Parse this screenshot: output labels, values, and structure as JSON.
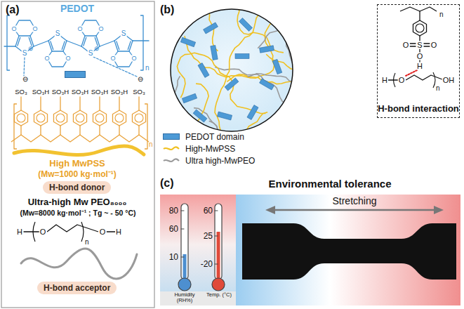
{
  "diagram": {
    "nodes": [
      {
        "text": [
          "H-bond donor"
        ]
      },
      {
        "text": [
          "H-bond acceptor"
        ]
      },
      {
        "text": [
          "H-bond interaction"
        ]
      }
    ],
    "labels": [
      "(a)",
      "PEDOT",
      "S",
      "⊕",
      "O",
      "O",
      "S",
      "O",
      "O",
      "S",
      "⊕",
      "O",
      "O",
      "S",
      "O",
      "O",
      "n",
      "⊖",
      "SO₃",
      "SO₃H",
      "SO₃H",
      "SO₃H",
      "SO₃H",
      "SO₃H",
      "⊖",
      "SO₃",
      "n",
      "High MwPSS",
      "(Mw=1000 kg·mol⁻¹)",
      "Ultra-high Mw PEO₈₀₀₀",
      "(Mw=8000 kg·mol⁻¹ ; Tg ~ - 50 °C)",
      "H",
      "O",
      "n",
      "O",
      "H",
      "(b)",
      "n",
      "O",
      "S",
      "O",
      "O",
      "H",
      "H",
      "O",
      "n",
      "OH",
      "(c)",
      "Environmental tolerance",
      "Stretching",
      "80",
      "60",
      "10",
      "60",
      "25",
      "-20",
      "Humidity (RH%)",
      "Temp. (°C)"
    ],
    "legend": [
      {
        "text": "PEDOT domain",
        "color": "#4d9ad6"
      },
      {
        "text": "High-MwPSS"
      },
      {
        "text": "Ultra high-MwPEO"
      }
    ]
  }
}
